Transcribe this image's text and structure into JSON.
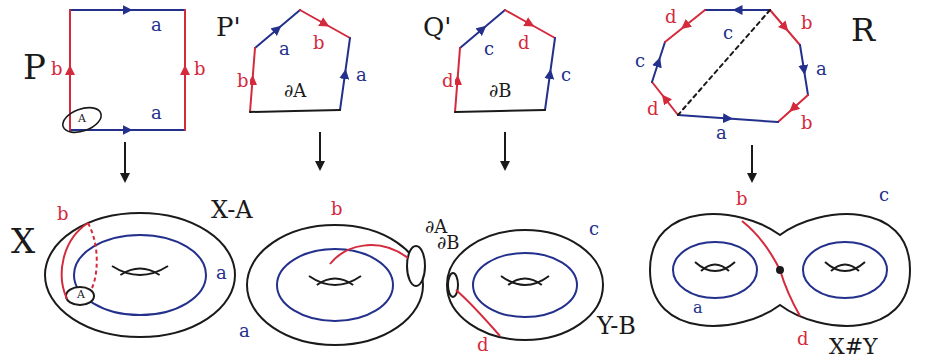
{
  "diagram": {
    "labels": [
      "P",
      "a",
      "b",
      "b",
      "a",
      "A",
      "P'",
      "a",
      "b",
      "b",
      "a",
      "∂A",
      "Q'",
      "c",
      "d",
      "c",
      "d",
      "∂B",
      "R",
      "c",
      "d",
      "b",
      "c",
      "a",
      "d",
      "b",
      "a",
      "X",
      "b",
      "A",
      "a",
      "X-A",
      "b",
      "∂A",
      "a",
      "∂B",
      "c",
      "d",
      "Y-B",
      "b",
      "c",
      "a",
      "d",
      "X#Y"
    ]
  }
}
